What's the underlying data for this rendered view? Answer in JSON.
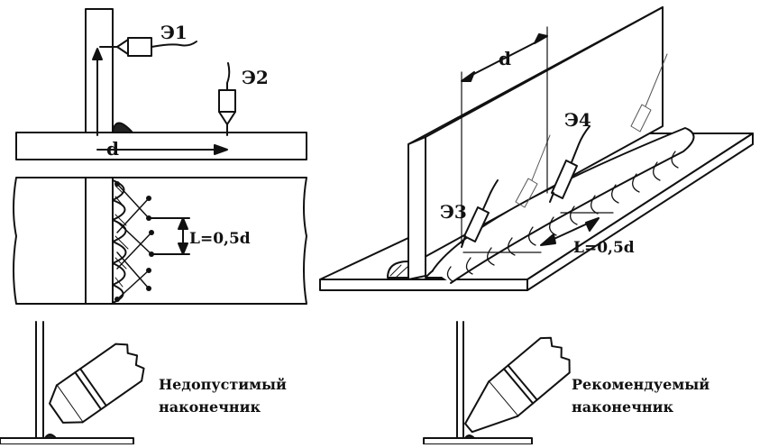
{
  "labels": {
    "e1": "Э1",
    "e2": "Э2",
    "e3": "Э3",
    "e4": "Э4",
    "d_top_left": "d",
    "d_top_right": "d",
    "l_left": "L=0,5d",
    "l_right": "L=0,5d"
  },
  "captions": {
    "bad_line1": "Недопустимый",
    "bad_line2": "наконечник",
    "good_line1": "Рекомендуемый",
    "good_line2": "наконечник"
  },
  "colors": {
    "ink": "#111111",
    "paper": "#ffffff"
  }
}
